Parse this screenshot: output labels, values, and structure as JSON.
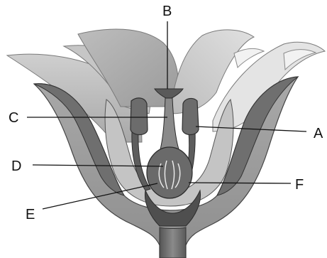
{
  "labels": {
    "a": "A",
    "b": "B",
    "c": "C",
    "d": "D",
    "e": "E",
    "f": "F"
  },
  "colors": {
    "petal_light": "#d2d2d2",
    "petal_mid": "#b8b8b8",
    "sepal_dark": "#707070",
    "receptacle": "#7d7d7d",
    "ovary": "#6a6a6a",
    "ink": "#111111"
  }
}
